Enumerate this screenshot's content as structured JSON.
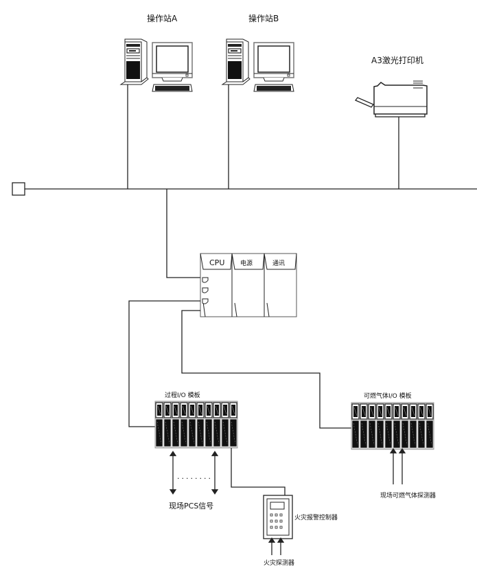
{
  "diagram": {
    "title": "",
    "nodes": {
      "station_a": {
        "label": "操作站A",
        "type": "workstation"
      },
      "station_b": {
        "label": "操作站B",
        "type": "workstation"
      },
      "printer": {
        "label": "A3激光打印机",
        "type": "laser-printer"
      },
      "network_terminator": {
        "type": "bus-terminator"
      },
      "controller": {
        "type": "plc-rack",
        "modules": [
          {
            "label": "CPU"
          },
          {
            "label": "电源"
          },
          {
            "label": "通讯"
          }
        ],
        "ports": 3
      },
      "process_io": {
        "label": "过程I/O 模板",
        "type": "io-rack",
        "slots": 10
      },
      "gas_io": {
        "label": "可燃气体I/O 模板",
        "type": "io-rack",
        "slots": 10
      },
      "field_pcs": {
        "label": "现场PCS信号",
        "type": "field-signals",
        "ellipsis": "........"
      },
      "fire_controller": {
        "label": "火灾报警控制器",
        "type": "alarm-panel",
        "buttons": 9
      },
      "fire_detector": {
        "label": "火灾探测器",
        "type": "sensor"
      },
      "gas_detector": {
        "label": "现场可燃气体探测器",
        "type": "sensor"
      }
    },
    "connections": [
      {
        "from": "station_a",
        "to": "network-bus"
      },
      {
        "from": "station_b",
        "to": "network-bus"
      },
      {
        "from": "printer",
        "to": "network-bus"
      },
      {
        "from": "network_terminator",
        "to": "network-bus"
      },
      {
        "from": "network-bus",
        "to": "controller"
      },
      {
        "from": "controller",
        "to": "process_io"
      },
      {
        "from": "controller",
        "to": "gas_io"
      },
      {
        "from": "process_io",
        "to": "fire_controller"
      },
      {
        "from": "field_pcs",
        "to": "process_io",
        "bidirectional": true
      },
      {
        "from": "fire_detector",
        "to": "fire_controller"
      },
      {
        "from": "gas_detector",
        "to": "gas_io"
      }
    ]
  }
}
